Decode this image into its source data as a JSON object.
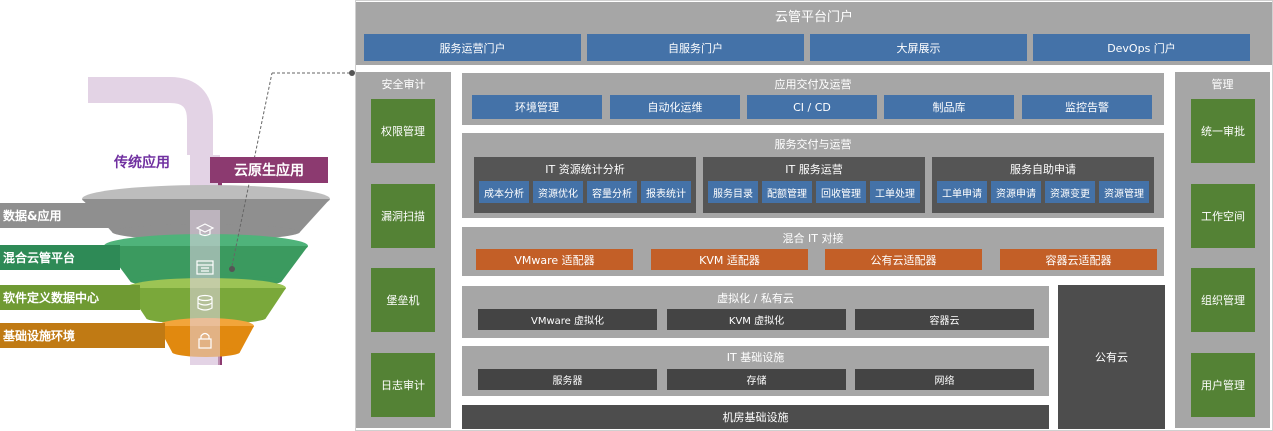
{
  "portal": {
    "title": "云管平台门户",
    "items": [
      "服务运营门户",
      "自服务门户",
      "大屏展示",
      "DevOps 门户"
    ]
  },
  "security": {
    "title": "安全审计",
    "items": [
      "权限管理",
      "漏洞扫描",
      "堡垒机",
      "日志审计"
    ]
  },
  "management": {
    "title": "管理",
    "items": [
      "统一审批",
      "工作空间",
      "组织管理",
      "用户管理"
    ]
  },
  "app_delivery": {
    "title": "应用交付及运营",
    "items": [
      "环境管理",
      "自动化运维",
      "CI / CD",
      "制品库",
      "监控告警"
    ]
  },
  "service_delivery": {
    "title": "服务交付与运营",
    "groups": [
      {
        "title": "IT 资源统计分析",
        "items": [
          "成本分析",
          "资源优化",
          "容量分析",
          "报表统计"
        ]
      },
      {
        "title": "IT 服务运营",
        "items": [
          "服务目录",
          "配额管理",
          "回收管理",
          "工单处理"
        ]
      },
      {
        "title": "服务自助申请",
        "items": [
          "工单申请",
          "资源申请",
          "资源变更",
          "资源管理"
        ]
      }
    ]
  },
  "hybrid": {
    "title": "混合 IT 对接",
    "items": [
      "VMware 适配器",
      "KVM 适配器",
      "公有云适配器",
      "容器云适配器"
    ]
  },
  "virtualization": {
    "title": "虚拟化 / 私有云",
    "items": [
      "VMware 虚拟化",
      "KVM 虚拟化",
      "容器云"
    ]
  },
  "infrastructure": {
    "title": "IT 基础设施",
    "items": [
      "服务器",
      "存储",
      "网络"
    ]
  },
  "datacenter": {
    "title": "机房基础设施"
  },
  "public_cloud": {
    "title": "公有云"
  },
  "funnel": {
    "traditional_label": "传统应用",
    "cloud_native_label": "云原生应用",
    "layers": [
      "数据&应用",
      "混合云管平台",
      "软件定义数据中心",
      "基础设施环境"
    ],
    "colors": {
      "traditional": "#e3d3e5",
      "cloud_native": "#8c3a70",
      "layer1": "#9e9e9e",
      "layer2": "#3b9a5f",
      "layer3": "#7aa83a",
      "layer4": "#e1890f"
    },
    "icons": [
      "graduation-cap-icon",
      "calendar-icon",
      "database-icon",
      "lock-icon"
    ]
  }
}
